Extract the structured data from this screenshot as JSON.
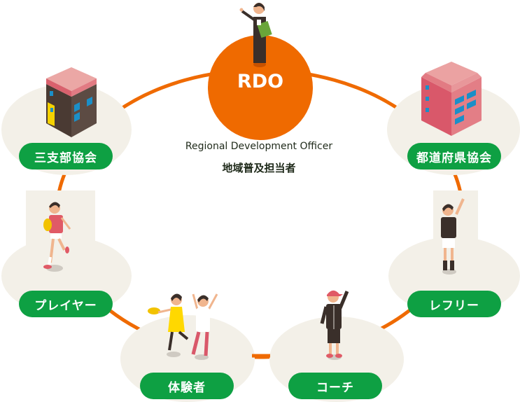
{
  "diagram": {
    "center": {
      "label": "RDO",
      "subtitle_en": "Regional Development Officer",
      "subtitle_ja": "地域普及担当者"
    },
    "nodes": [
      {
        "id": "branch",
        "label": "三支部協会",
        "icon": "small-building-icon"
      },
      {
        "id": "prefecture",
        "label": "都道府県協会",
        "icon": "office-building-icon"
      },
      {
        "id": "player",
        "label": "プレイヤー",
        "icon": "running-player-icon"
      },
      {
        "id": "referee",
        "label": "レフリー",
        "icon": "referee-whistle-icon"
      },
      {
        "id": "experience",
        "label": "体験者",
        "icon": "beginners-playing-icon"
      },
      {
        "id": "coach",
        "label": "コーチ",
        "icon": "coach-waving-icon"
      }
    ],
    "colors": {
      "ring": "#ef6a00",
      "center": "#ef6a00",
      "pill": "#0ea043",
      "blob": "#f3f0e8"
    }
  }
}
